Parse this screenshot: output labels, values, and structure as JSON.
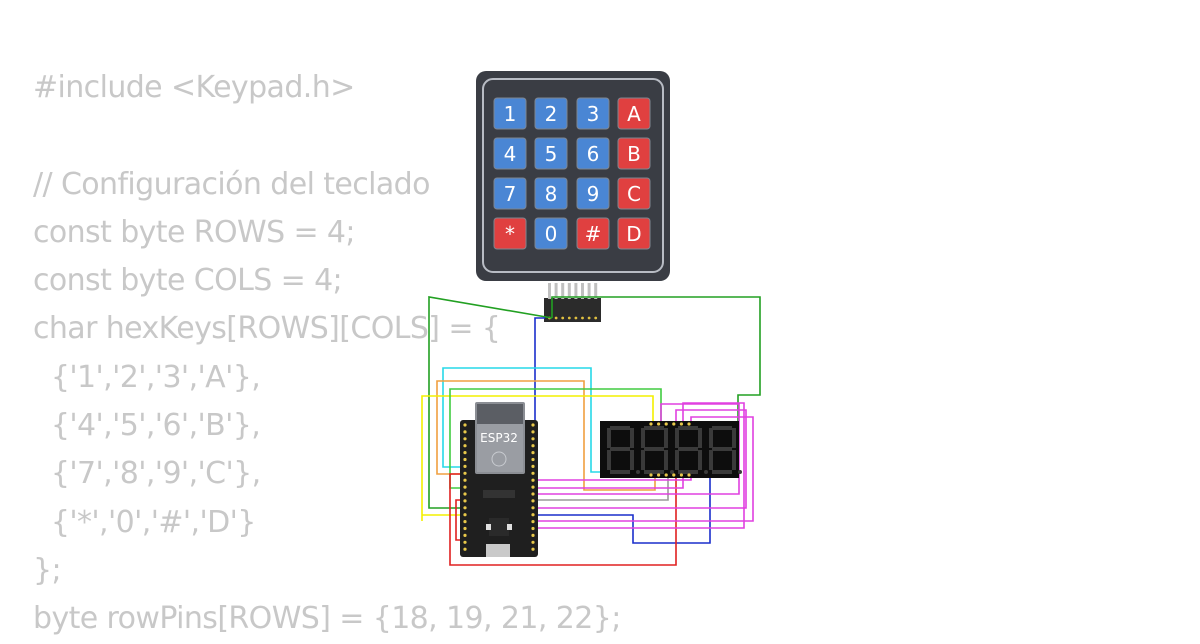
{
  "code_lines": [
    "#include <Keypad.h>",
    "",
    "// Configuración del teclado",
    "const byte ROWS = 4;",
    "const byte COLS = 4;",
    "char hexKeys[ROWS][COLS] = {",
    "  {'1','2','3','A'},",
    "  {'4','5','6','B'},",
    "  {'7','8','9','C'},",
    "  {'*','0','#','D'}",
    "};",
    "byte rowPins[ROWS] = {18, 19, 21, 22};"
  ],
  "keypad": {
    "rows": [
      [
        "1",
        "2",
        "3",
        "A"
      ],
      [
        "4",
        "5",
        "6",
        "B"
      ],
      [
        "7",
        "8",
        "9",
        "C"
      ],
      [
        "*",
        "0",
        "#",
        "D"
      ]
    ],
    "colors": {
      "blue": "#4a86d4",
      "red": "#e04040",
      "body": "#3a3d44"
    }
  },
  "esp32": {
    "label": "ESP32"
  },
  "display": {
    "digits": 4,
    "segment_color": "#3a3a3a"
  },
  "wire_colors": {
    "green": "#22a022",
    "blue": "#1a2fcc",
    "cyan": "#26d9e8",
    "orange": "#f0a040",
    "yellow": "#f4f000",
    "lime": "#40cc40",
    "red": "#e02020",
    "magenta": "#e040e0",
    "gray": "#9a9a9a"
  }
}
